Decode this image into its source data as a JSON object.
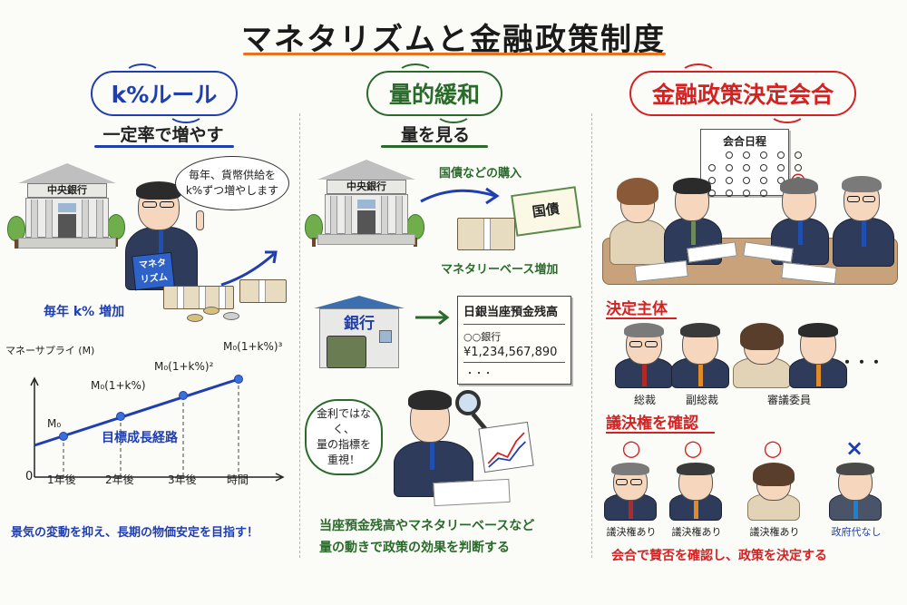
{
  "title": "マネタリズムと金融政策制度",
  "colors": {
    "title_underline": "#e8701f",
    "blue": "#1f3fb0",
    "green": "#2a6a2a",
    "red": "#d42222"
  },
  "columns": [
    {
      "header": "k%ルール",
      "subtitle": "一定率で増やす",
      "bank_sign": "中央銀行",
      "speech": [
        "毎年、貨幣供給を",
        "k%ずつ増やします"
      ],
      "book_label": [
        "マネタ",
        "リズム"
      ],
      "growth_label": "毎年 k% 増加",
      "footer": "景気の変動を抑え、長期の物価安定を目指す！"
    },
    {
      "header": "量的緩和",
      "subtitle": "量を見る",
      "bank_sign": "中央銀行",
      "purchase_label": "国債などの購入",
      "bond_label": "国債",
      "base_label": "マネタリーベース増加",
      "commercial_bank_sign": "銀行",
      "balance_sheet": {
        "title": "日銀当座預金残高",
        "bank_name": "○○銀行",
        "amount": "¥1,234,567,890",
        "more": "・・・"
      },
      "thought": [
        "金利ではなく、",
        "量の指標を",
        "重視！"
      ],
      "footer": [
        "当座預金残高やマネタリーベースなど",
        "量の動きで政策の効果を判断する"
      ]
    },
    {
      "header": "金融政策決定会合",
      "calendar_title": "会合日程",
      "decision_section": "決定主体",
      "members": [
        {
          "role": "総裁"
        },
        {
          "role": "副総裁"
        },
        {
          "role": "審議委員"
        }
      ],
      "ellipsis": "・・・",
      "vote_section": "議決権を確認",
      "votes": [
        {
          "mark": "○",
          "label": "議決権あり",
          "has_vote": true
        },
        {
          "mark": "○",
          "label": "議決権あり",
          "has_vote": true
        },
        {
          "mark": "○",
          "label": "議決権あり",
          "has_vote": true
        },
        {
          "mark": "×",
          "label": "政府代なし",
          "has_vote": false
        }
      ],
      "footer": "会合で賛否を確認し、政策を決定する"
    }
  ],
  "chart_data": {
    "type": "line",
    "title": "",
    "ylabel": "マネーサプライ (M)",
    "xlabel": "時間",
    "origin_label": "0",
    "categories": [
      "1年後",
      "2年後",
      "3年後",
      "時間"
    ],
    "series": [
      {
        "name": "目標成長経路",
        "points_labels": [
          "M₀",
          "M₀(1+k%)",
          "M₀(1+k%)²",
          "M₀(1+k%)³"
        ],
        "values": [
          1.0,
          1.5,
          2.0,
          2.4
        ]
      }
    ],
    "annotation": "目標成長経路",
    "grid": false
  }
}
